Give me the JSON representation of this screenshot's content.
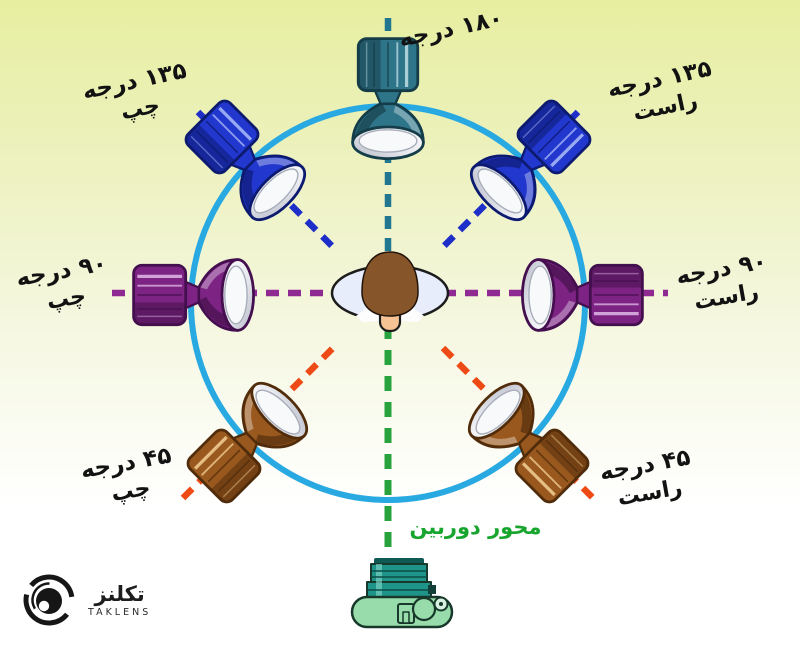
{
  "labels": {
    "deg180": {
      "text": "۱۸۰ درجه"
    },
    "deg135_left": {
      "text": "۱۳۵ درجه",
      "sub": "چپ"
    },
    "deg135_right": {
      "text": "۱۳۵ درجه",
      "sub": "راست"
    },
    "deg90_left": {
      "text": "۹۰ درجه",
      "sub": "چپ"
    },
    "deg90_right": {
      "text": "۹۰ درجه",
      "sub": "راست"
    },
    "deg45_left": {
      "text": "۴۵ درجه",
      "sub": "چپ"
    },
    "deg45_right": {
      "text": "۴۵ درجه",
      "sub": "راست"
    },
    "camera_axis": {
      "text": "محور دوربین",
      "color": "#17a52e"
    }
  },
  "logo": {
    "persian": "تکلنز",
    "latin": "TAKLENS"
  },
  "colors": {
    "background_top": "#e7eea0",
    "background_bottom": "#ffffff",
    "circle": "#29a9e1",
    "dash_teal": "#20778f",
    "dash_blue": "#1e2fc9",
    "dash_purple": "#8e2a92",
    "dash_orange": "#ee4a15",
    "dash_green": "#28a23c",
    "label_text": "#121212"
  },
  "light_colors": {
    "teal": {
      "body": "#2f7589",
      "dark": "#143d49",
      "stripe": "#a9ced8",
      "deep": "#0d2b34"
    },
    "blue": {
      "body": "#2137cd",
      "dark": "#0c1b70",
      "stripe": "#97a9f2",
      "deep": "#081052"
    },
    "purple": {
      "body": "#7d2384",
      "dark": "#440f4e",
      "stripe": "#d1a2d8",
      "deep": "#2d0934"
    },
    "bronze": {
      "body": "#99591e",
      "dark": "#512c0b",
      "stripe": "#e6bd83",
      "deep": "#391e06"
    }
  },
  "person": {
    "shoulders": "#e7edfb",
    "hair": "#87552a",
    "skin": "#f5c394",
    "outline": "#1c1c1c"
  },
  "camera": {
    "body": "#97dcaa",
    "lens": "#1f9488",
    "lens_dark": "#0f5a54",
    "outline": "#17382a"
  }
}
